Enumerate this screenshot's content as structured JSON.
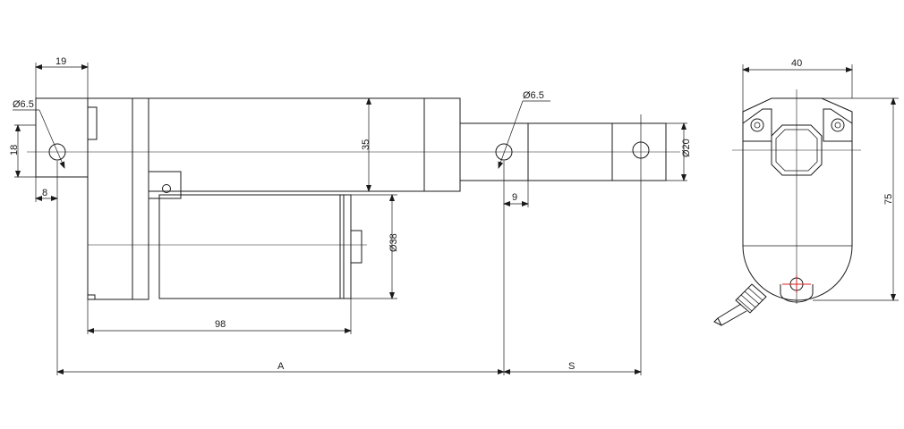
{
  "dimensions": {
    "top_width": "19",
    "mount_hole_left": "Ø6.5",
    "height_18": "18",
    "offset_8": "8",
    "tube_height": "35",
    "mount_hole_rod": "Ø6.5",
    "rod_diameter": "Ø20",
    "rod_offset_9": "9",
    "motor_diameter": "Ø38",
    "motor_length": "98",
    "retracted_length": "A",
    "stroke": "S",
    "end_width": "40",
    "end_height": "75"
  },
  "colors": {
    "line": "#1a1a1a",
    "centerline_marker": "#d42020",
    "background": "#ffffff"
  }
}
